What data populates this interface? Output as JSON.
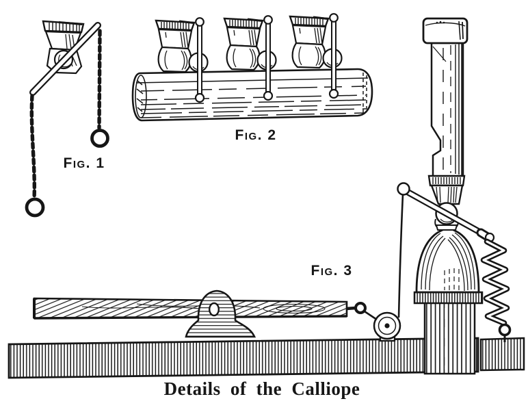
{
  "page": {
    "background_color": "#ffffff",
    "ink_color": "#161616"
  },
  "caption": "Details of the Calliope",
  "figures": [
    {
      "label": "Fig. 1"
    },
    {
      "label": "Fig. 2"
    },
    {
      "label": "Fig. 3"
    }
  ]
}
